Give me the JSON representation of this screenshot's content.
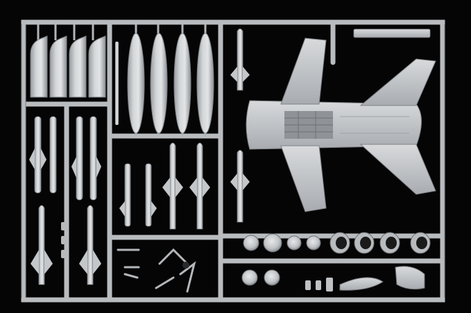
{
  "image": {
    "subject": "plastic-model-kit-sprue",
    "background_color": "#050505",
    "plastic_color": "#c9ccce",
    "plastic_shadow": "#8e9296",
    "plastic_highlight": "#e4e6e8"
  },
  "sprue": {
    "frame": "sprue-frame",
    "parts": [
      {
        "name": "drop-tank",
        "count": 4
      },
      {
        "name": "pylon",
        "count": 4
      },
      {
        "name": "missile",
        "count": 8
      },
      {
        "name": "wing-half",
        "count": 1
      },
      {
        "name": "wheel",
        "count": 6
      },
      {
        "name": "engine-nozzle",
        "count": 4
      },
      {
        "name": "nose-cone",
        "count": 1
      },
      {
        "name": "landing-gear-strut",
        "count": 3
      }
    ]
  }
}
